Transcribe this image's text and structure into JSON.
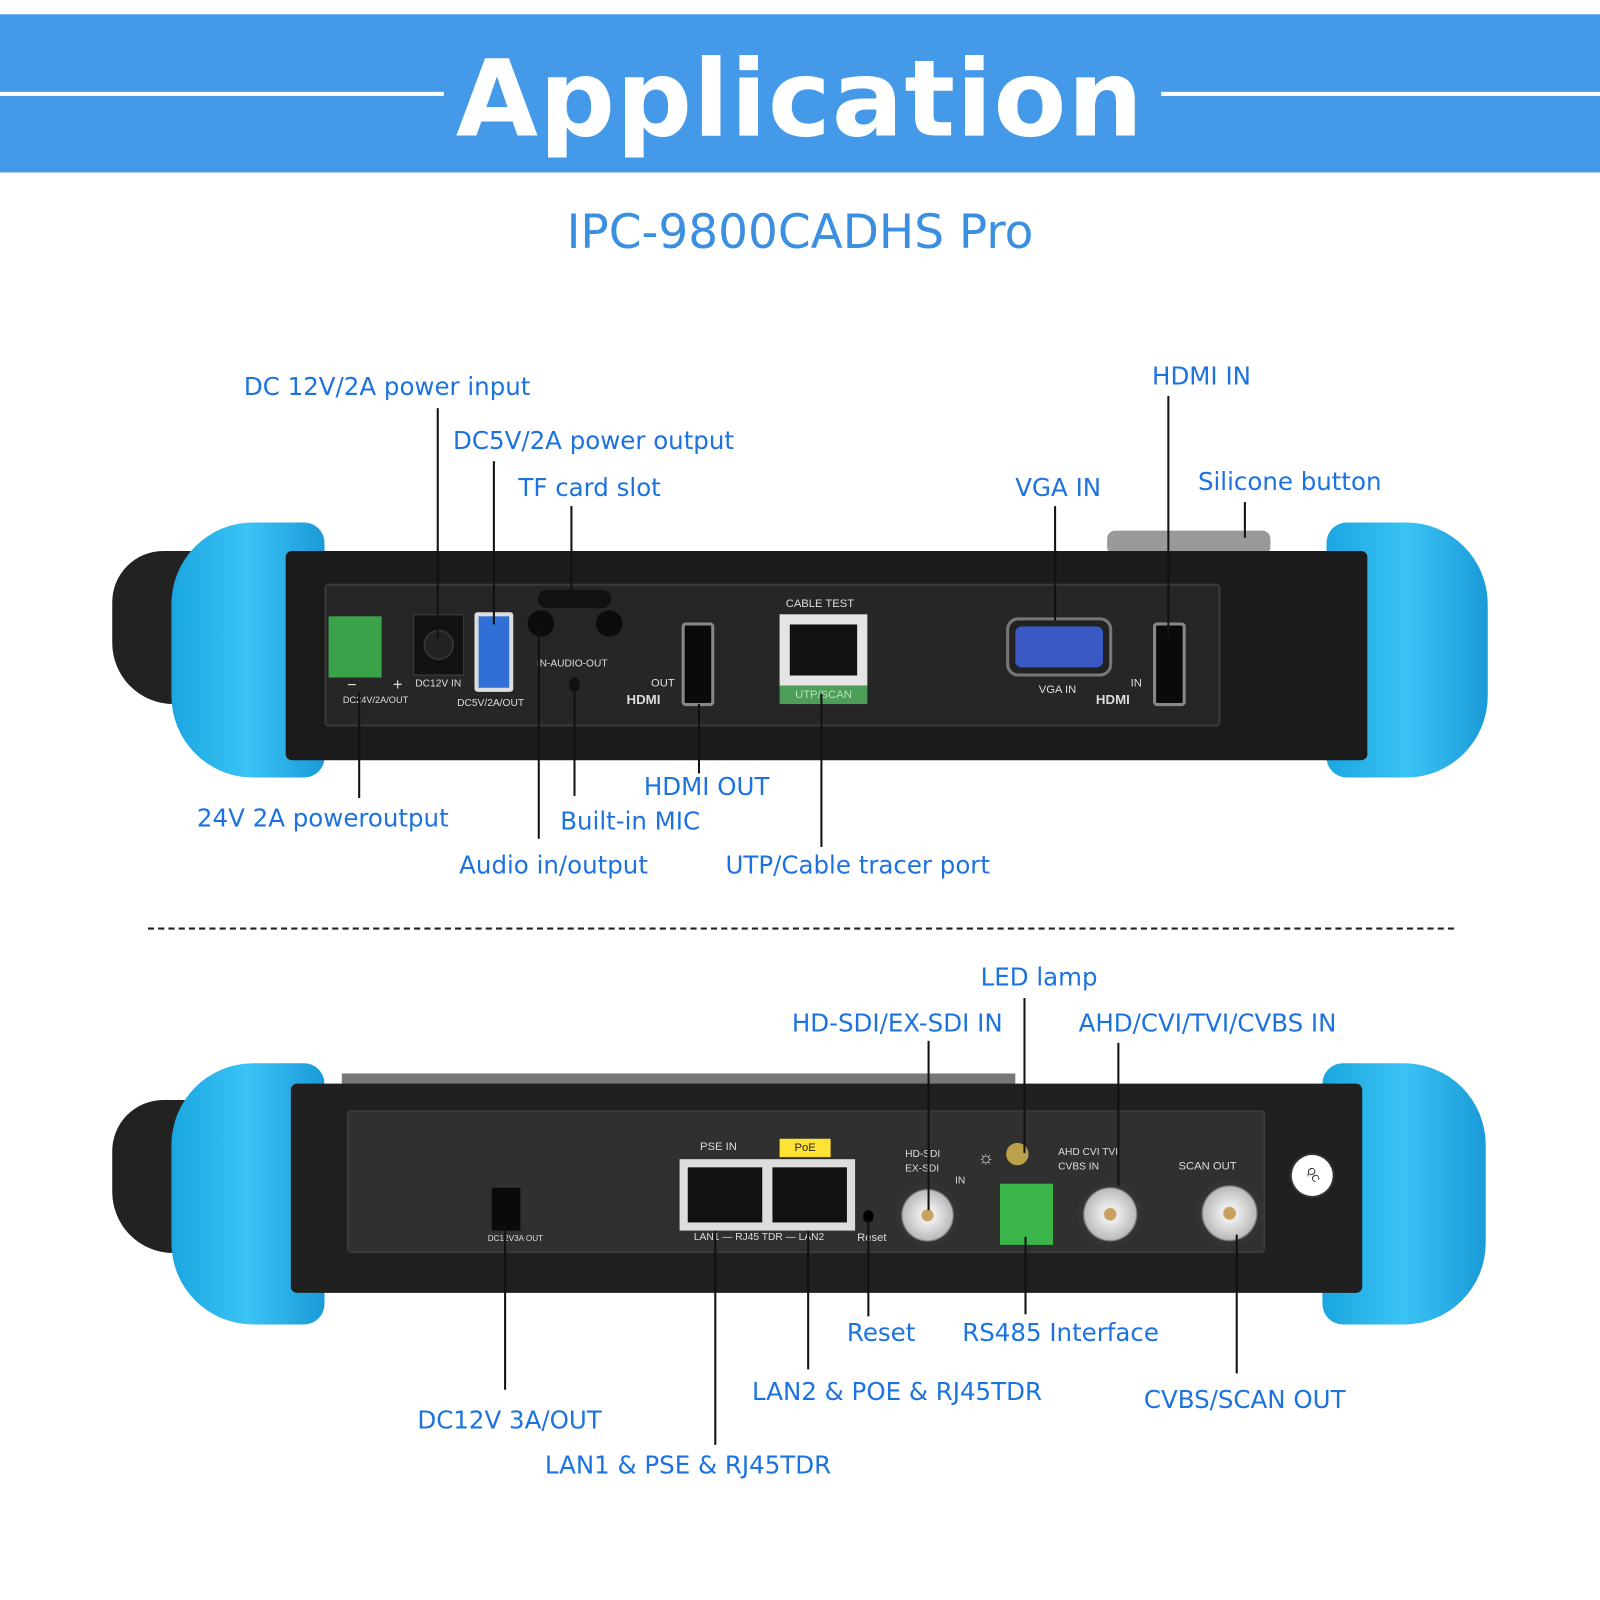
{
  "header": {
    "title": "Application",
    "model": "IPC-9800CADHS Pro"
  },
  "top_view": {
    "callouts": [
      "DC 12V/2A power input",
      "DC5V/2A power output",
      "TF card slot",
      "VGA IN",
      "HDMI IN",
      "Silicone button",
      "24V 2A poweroutput",
      "HDMI OUT",
      "Built-in MIC",
      "Audio in/output",
      "UTP/Cable tracer port"
    ],
    "device_text": [
      "DC24V/2A/OUT",
      "DC12V IN",
      "DC5V/2A/OUT",
      "IN-AUDIO-OUT",
      "OUT",
      "HDMI",
      "CABLE TEST",
      "UTP/SCAN",
      "VGA IN",
      "IN",
      "HDMI",
      "−",
      "+"
    ]
  },
  "bottom_view": {
    "callouts": [
      "LED lamp",
      "HD-SDI/EX-SDI IN",
      "AHD/CVI/TVI/CVBS IN",
      "Reset",
      "RS485 Interface",
      "LAN2 & POE & RJ45TDR",
      "CVBS/SCAN OUT",
      "DC12V 3A/OUT",
      "LAN1 & PSE & RJ45TDR"
    ],
    "device_text": [
      "DC12V3A OUT",
      "PSE IN",
      "PoE",
      "LAN1 — RJ45 TDR — LAN2",
      "Reset",
      "HD-SDI",
      "EX-SDI",
      "IN",
      "AHD  CVI  TVI",
      "CVBS IN",
      "SCAN OUT",
      "QC PASS"
    ]
  }
}
